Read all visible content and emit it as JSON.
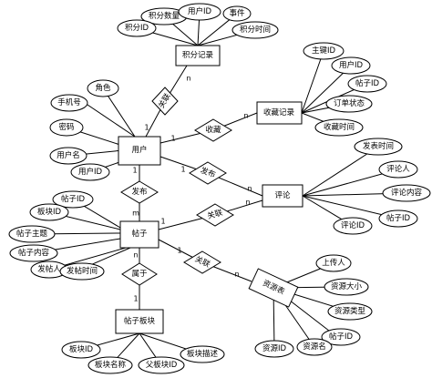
{
  "entities": {
    "points_record": "积分记录",
    "favorites_record": "收藏记录",
    "user": "用户",
    "comment": "评论",
    "post": "帖子",
    "resource_table": "资源表",
    "post_board": "帖子板块"
  },
  "relationships": {
    "user_points": "关联",
    "user_favorites": "收藏",
    "user_comment": "发布",
    "user_post": "发布",
    "post_comment": "关联",
    "post_resource": "关联",
    "post_board": "属于"
  },
  "attributes": {
    "points_record": [
      "积分数量",
      "用户ID",
      "事件",
      "积分ID",
      "积分时间"
    ],
    "favorites_record": [
      "主键ID",
      "用户ID",
      "帖子ID",
      "订单状态",
      "收藏时间"
    ],
    "user": [
      "手机号",
      "角色",
      "密码",
      "用户名",
      "用户ID"
    ],
    "comment": [
      "发表时间",
      "评论人",
      "评论内容",
      "帖子ID",
      "评论ID"
    ],
    "post": [
      "帖子ID",
      "板块ID",
      "帖子主题",
      "帖子内容",
      "发帖人",
      "发帖时间"
    ],
    "resource_table": [
      "上传人",
      "资源大小",
      "资源类型",
      "帖子ID",
      "资源名",
      "资源ID"
    ],
    "post_board": [
      "板块ID",
      "板块名称",
      "父板块ID",
      "板块描述"
    ]
  },
  "cardinalities": {
    "user_points_user": "1",
    "user_points_record": "n",
    "user_favorites_user": "1",
    "user_favorites_record": "n",
    "user_comment_user": "1",
    "user_comment_comment": "n",
    "user_post_user": "1",
    "user_post_post": "m",
    "post_comment_post": "1",
    "post_comment_comment": "n",
    "post_resource_post": "1",
    "post_resource_resource": "n",
    "post_board_post": "n",
    "post_board_board": "1"
  }
}
